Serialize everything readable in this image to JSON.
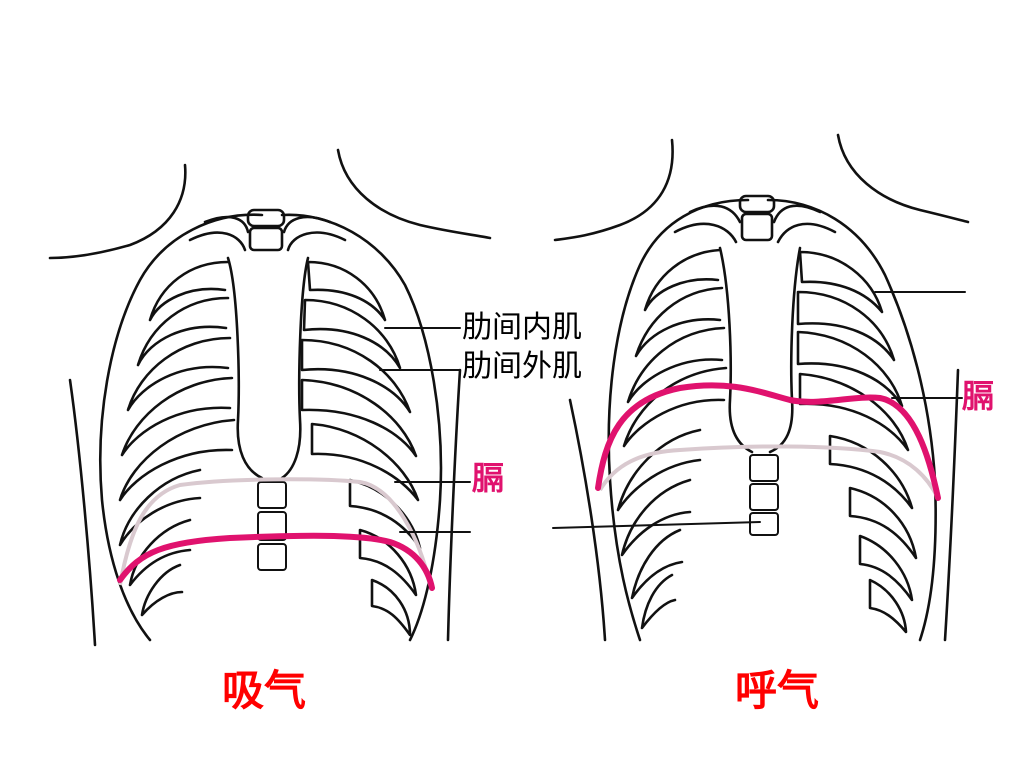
{
  "labels": {
    "internal_intercostal": "肋间内肌",
    "external_intercostal": "肋间外肌",
    "diaphragm_inhale": "膈",
    "diaphragm_exhale": "膈"
  },
  "captions": {
    "inhale": "吸气",
    "exhale": "呼气"
  },
  "colors": {
    "diaphragm": "#e0126e",
    "caption": "#ff0000",
    "ink": "#111111"
  }
}
